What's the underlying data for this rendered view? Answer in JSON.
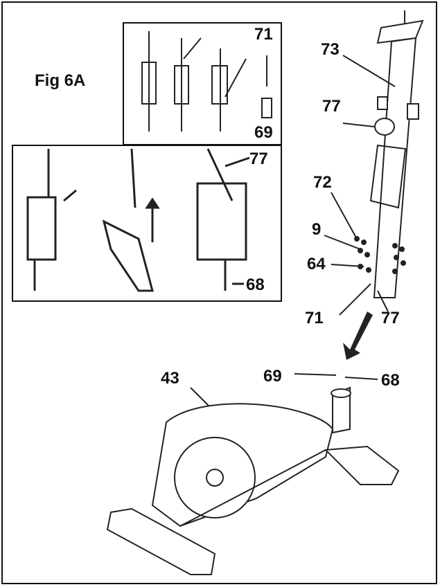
{
  "figure": {
    "title": "Fig 6A",
    "part_labels": {
      "p73": "73",
      "p77_top": "77",
      "p72": "72",
      "p9": "9",
      "p64": "64",
      "p71_bottom": "71",
      "p77_bottom": "77",
      "p69_bottom": "69",
      "p68_bottom": "68",
      "p43": "43",
      "p71_inset": "71",
      "p69_inset": "69",
      "p77_inset": "77",
      "p68_inset": "68"
    }
  },
  "colors": {
    "line": "#222222",
    "frame": "#111111",
    "fill": "#ffffff"
  }
}
